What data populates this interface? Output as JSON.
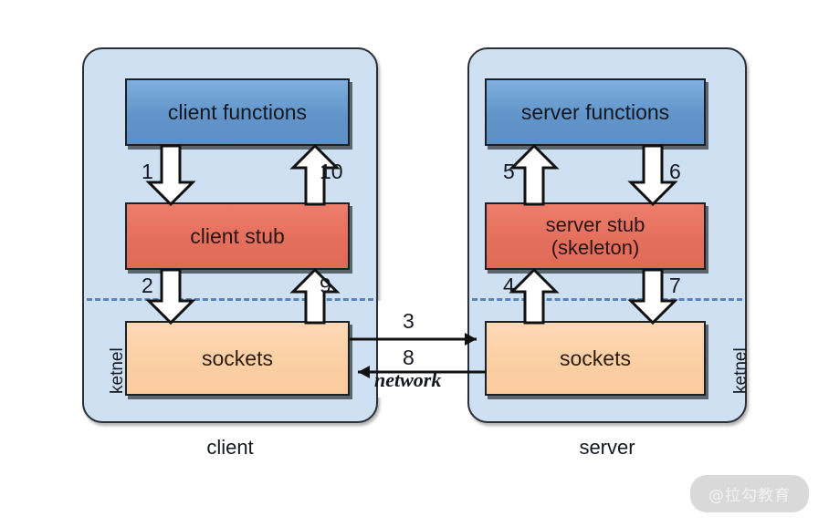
{
  "diagram": {
    "title": "RPC client-server stub architecture",
    "colors": {
      "host_background": "#cfe0f2",
      "functions_block": "#6194c9",
      "stub_block": "#e46f5c",
      "sockets_block": "#fbcfa4",
      "kernel_divider": "#5a85b8",
      "outline": "#1b1f26",
      "page_background": "#ffffff"
    },
    "client": {
      "caption": "client",
      "kernel_label": "ketnel",
      "blocks": {
        "functions": "client functions",
        "stub": "client stub",
        "sockets": "sockets"
      },
      "steps": {
        "functions_to_stub": "1",
        "stub_to_sockets": "2",
        "sockets_to_stub": "9",
        "stub_to_functions": "10"
      }
    },
    "server": {
      "caption": "server",
      "kernel_label": "ketnel",
      "blocks": {
        "functions": "server functions",
        "stub_line1": "server stub",
        "stub_line2": "(skeleton)",
        "sockets": "sockets"
      },
      "steps": {
        "stub_to_functions": "5",
        "functions_to_stub": "6",
        "sockets_to_stub": "4",
        "stub_to_sockets": "7"
      }
    },
    "network": {
      "label": "network",
      "request_step": "3",
      "reply_step": "8"
    }
  },
  "watermark": {
    "text": "@拉勾教育"
  }
}
